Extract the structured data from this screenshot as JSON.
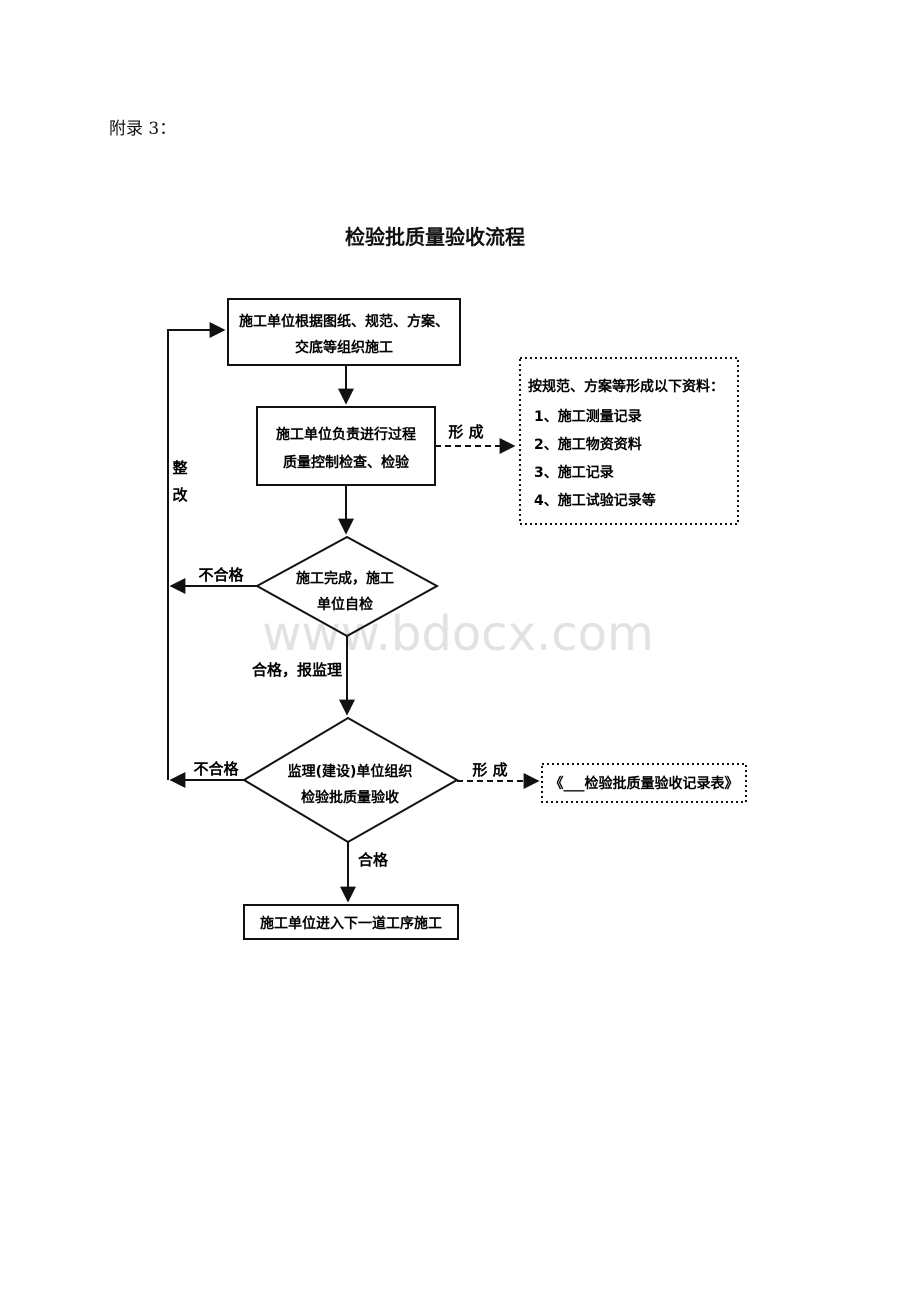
{
  "appendix_label": "附录 3：",
  "title": "检验批质量验收流程",
  "watermark": "www.bdocx.com",
  "nodes": {
    "step1": [
      "施工单位根据图纸、规范、方案、",
      "交底等组织施工"
    ],
    "step2": [
      "施工单位负责进行过程",
      "质量控制检查、检验"
    ],
    "decision1": [
      "施工完成，施工",
      "单位自检"
    ],
    "decision2": [
      "监理(建设)单位组织",
      "检验批质量验收"
    ],
    "final": "施工单位进入下一道工序施工"
  },
  "materials": {
    "heading": "按规范、方案等形成以下资料：",
    "items": [
      "1、施工测量记录",
      "2、施工物资资料",
      "3、施工记录",
      "4、施工试验记录等"
    ]
  },
  "record_form": "《___检验批质量验收记录表》",
  "labels": {
    "form1": "形 成",
    "form2": "形 成",
    "fail1": "不合格",
    "fail2": "不合格",
    "pass1": "合格，报监理",
    "pass2": "合格",
    "rectify": [
      "整",
      "改"
    ]
  }
}
